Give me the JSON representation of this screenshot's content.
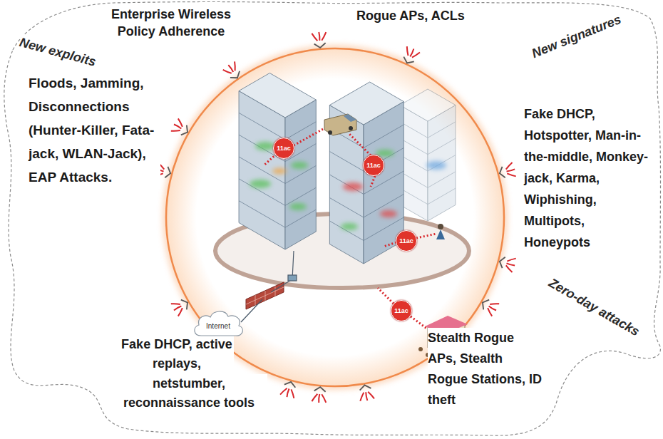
{
  "diagram": {
    "nodes": [
      {
        "text": [
          "11ac"
        ]
      },
      {
        "text": [
          "11ac"
        ]
      },
      {
        "text": [
          "11ac"
        ]
      },
      {
        "text": [
          "11ac"
        ]
      },
      {
        "text": [
          "Internet"
        ]
      }
    ],
    "labels": [
      "Enterprise Wireless Policy Adherence",
      "Rogue APs, ACLs",
      "New exploits",
      "New signatures",
      "Floods, Jamming, Disconnections (Hunter-Killer, Fata-jack, WLAN-Jack), EAP Attacks.",
      "Fake DHCP, Hotspotter, Man-in-the-middle, Monkey-jack, Karma, Wiphishing, Multipots, Honeypots",
      "Zero-day attacks",
      "Fake DHCP, active replays,",
      "netstumber, reconnaissance tools",
      "Stealth Rogue APs, Stealth Rogue Stations, ID theft"
    ]
  }
}
